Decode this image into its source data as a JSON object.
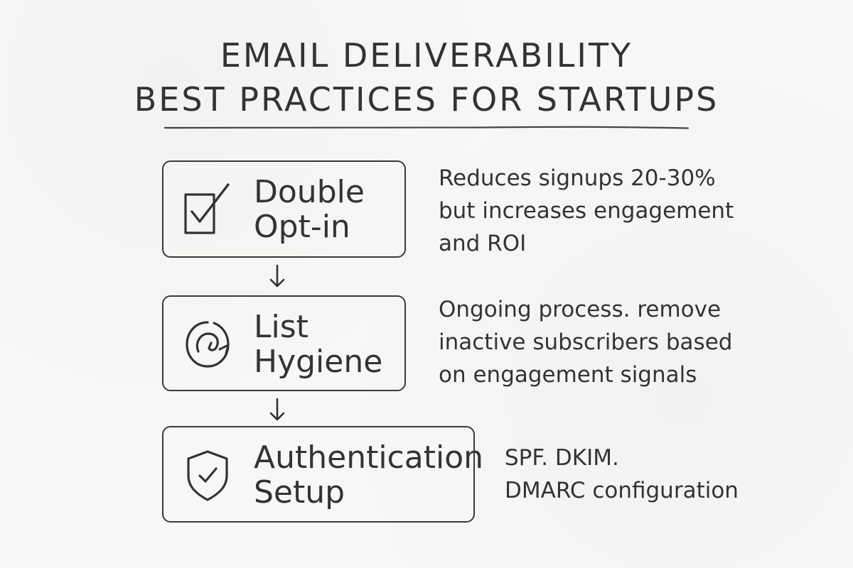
{
  "title": {
    "line1": "EMAIL DELIVERABILITY",
    "line2": "BEST PRACTICES FOR STARTUPS"
  },
  "steps": [
    {
      "icon": "checkbox-icon",
      "label_line1": "Double",
      "label_line2": "Opt-in",
      "description": [
        "Reduces signups 20-30%",
        "but increases engagement",
        "and ROI"
      ]
    },
    {
      "icon": "cleaning-cycle-icon",
      "label_line1": "List",
      "label_line2": "Hygiene",
      "description": [
        "Ongoing process. remove",
        "inactive subscribers based",
        "on engagement signals"
      ]
    },
    {
      "icon": "shield-check-icon",
      "label_line1": "Authentication",
      "label_line2": "Setup",
      "description": [
        "SPF. DKIM.",
        "DMARC configuration"
      ]
    }
  ],
  "colors": {
    "ink": "#333333",
    "paper": "#f7f7f5"
  }
}
